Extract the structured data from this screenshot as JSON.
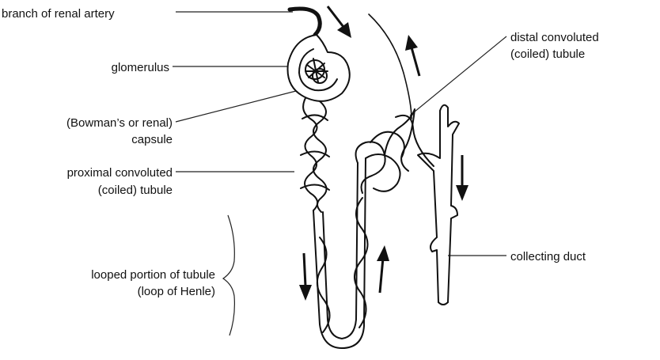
{
  "labels": {
    "renal_artery": "branch of renal artery",
    "glomerulus": "glomerulus",
    "capsule_line1": "(Bowman’s or renal)",
    "capsule_line2": "capsule",
    "pct_line1": "proximal convoluted",
    "pct_line2": "(coiled) tubule",
    "loop_line1": "looped portion of tubule",
    "loop_line2": "(loop of Henle)",
    "dct_line1": "distal convoluted",
    "dct_line2": "(coiled) tubule",
    "collecting_duct": "collecting duct"
  }
}
